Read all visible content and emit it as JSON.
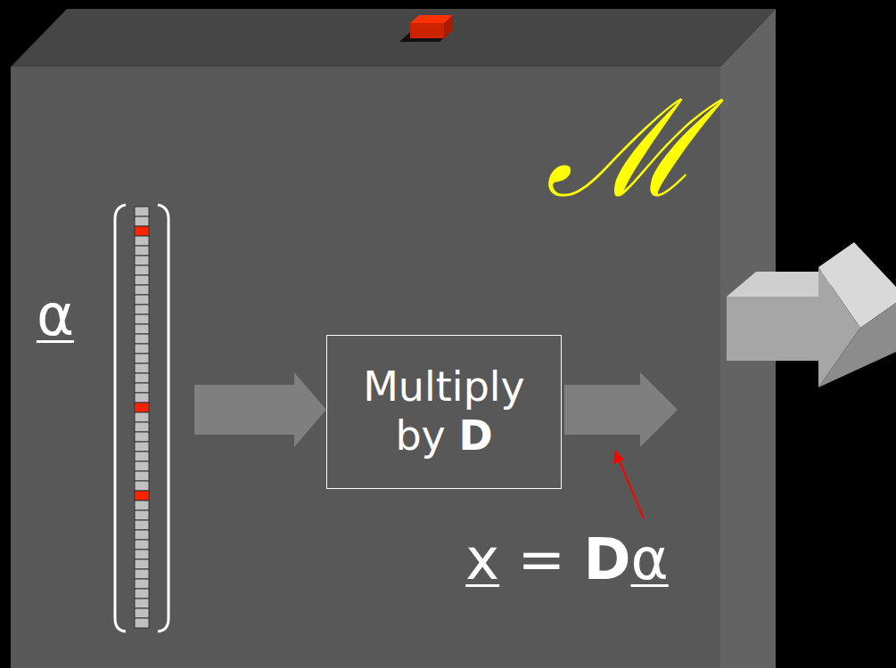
{
  "diagram": {
    "nodes": [
      {
        "text": [
          "ℳ"
        ]
      },
      {
        "text": [
          "Multiply by D"
        ],
        "in": 0
      }
    ],
    "labels": [
      "α",
      "x = Dα"
    ]
  }
}
